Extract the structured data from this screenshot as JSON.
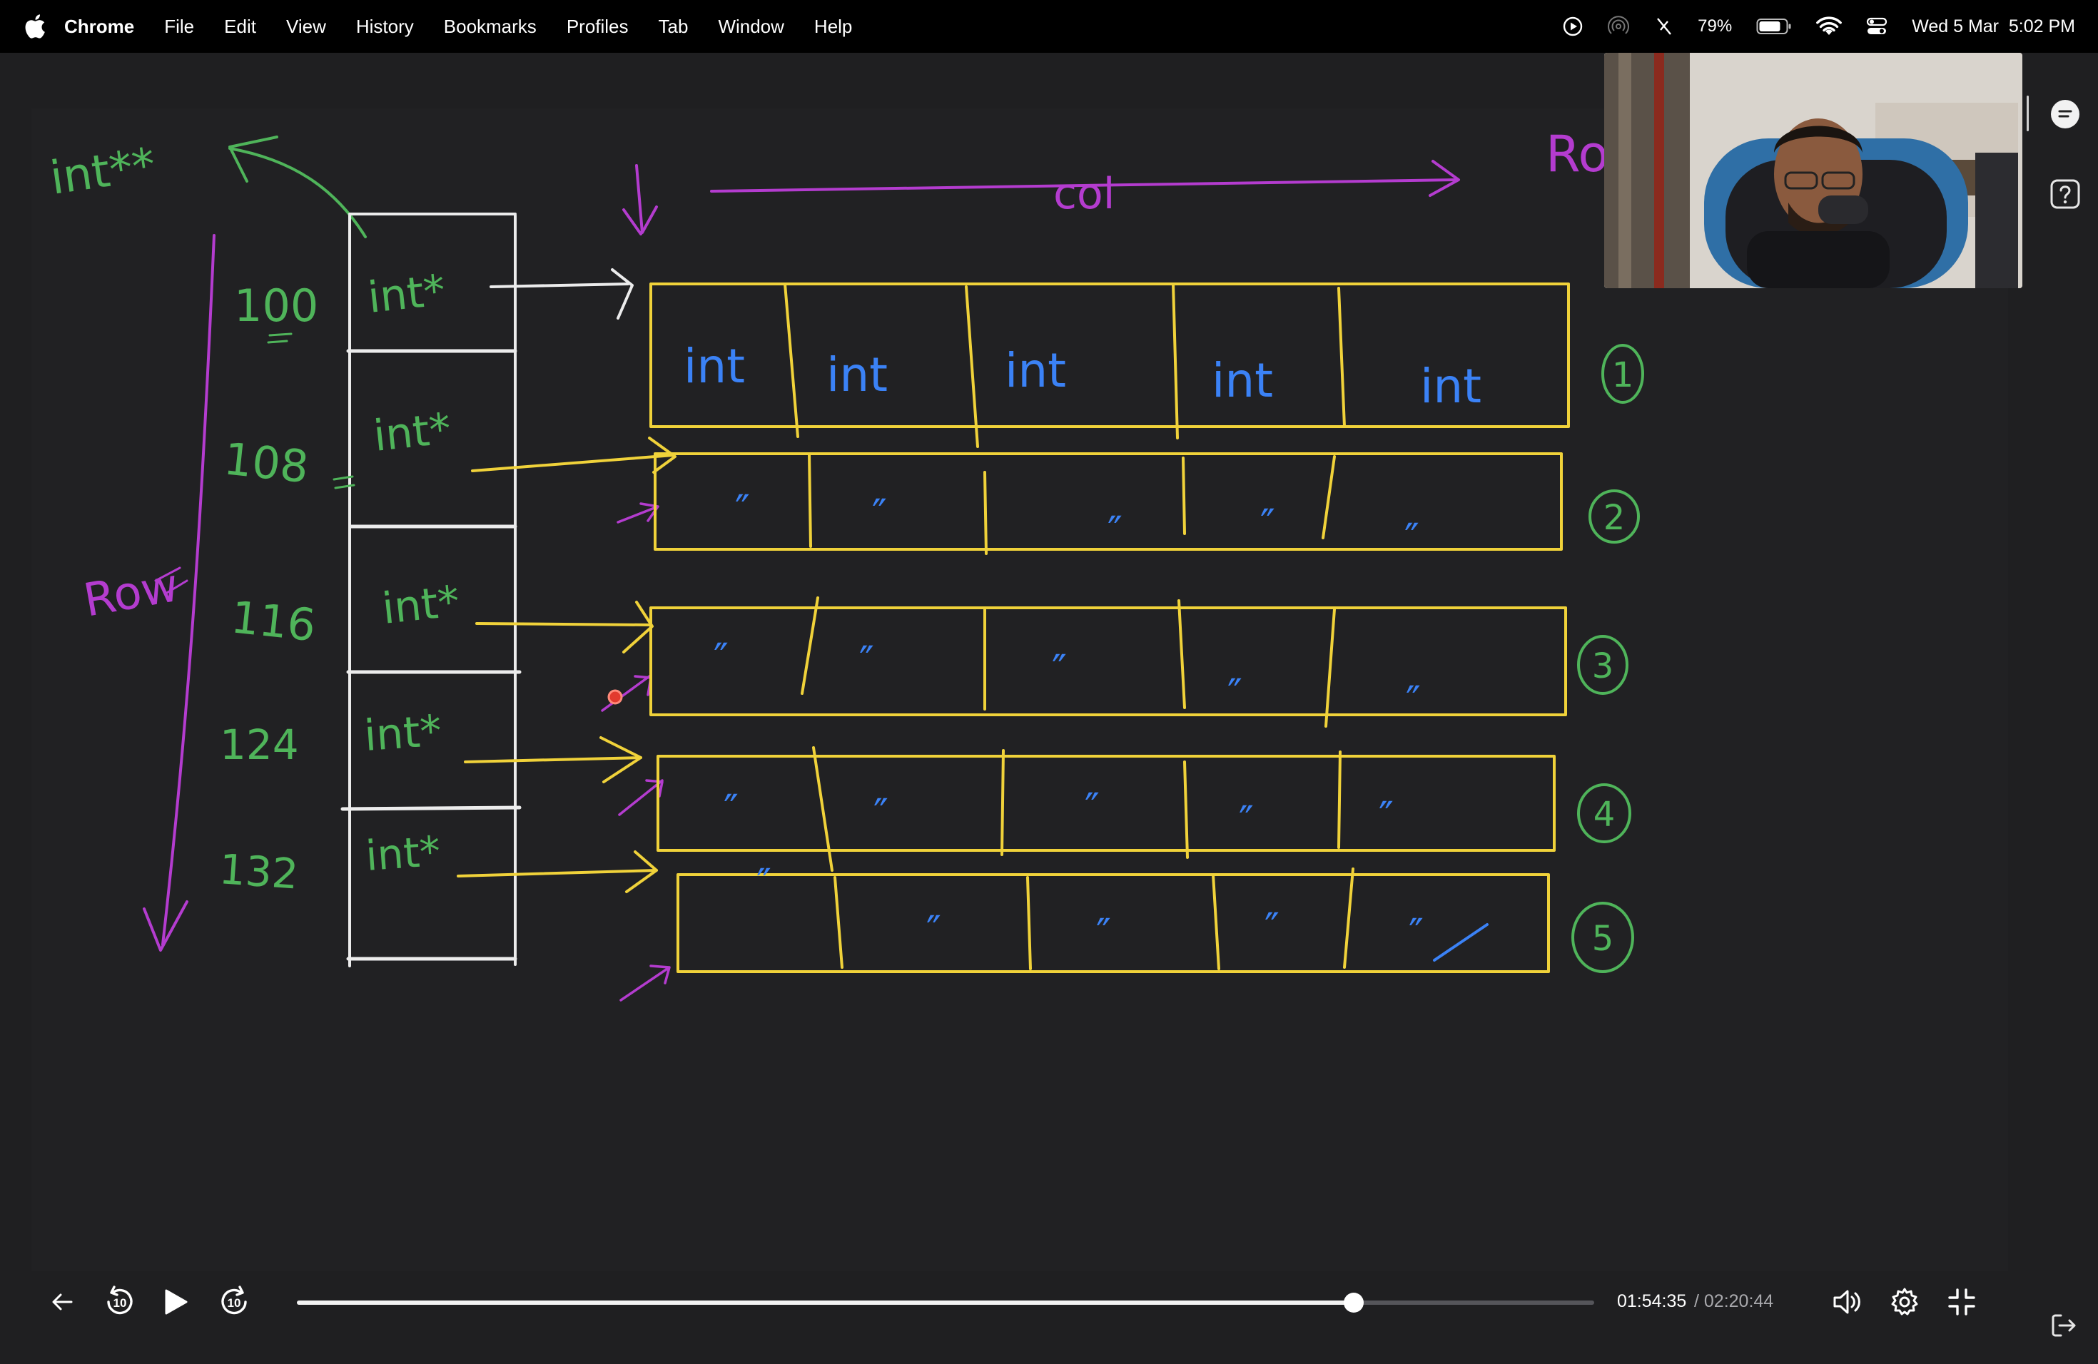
{
  "menubar": {
    "app_name": "Chrome",
    "items": [
      "File",
      "Edit",
      "View",
      "History",
      "Bookmarks",
      "Profiles",
      "Tab",
      "Window",
      "Help"
    ],
    "battery": "79%",
    "battery_level": 0.79,
    "datetime": "Wed 5 Mar  5:02 PM"
  },
  "whiteboard": {
    "pointer_label": "int**",
    "col_label": "col",
    "row_label_left": "Row",
    "row_label_right": "Ro",
    "addresses": [
      "100",
      "108",
      "116",
      "124",
      "132"
    ],
    "pointer_cells": [
      "int*",
      "int*",
      "int*",
      "int*",
      "int*"
    ],
    "row1_cells": [
      "int",
      "int",
      "int",
      "int",
      "int"
    ],
    "ditto": "″",
    "row_numbers": [
      "1",
      "2",
      "3",
      "4",
      "5"
    ],
    "colors": {
      "green": "#4fb45a",
      "purple": "#b43ccf",
      "yellow": "#f0d23a",
      "blue": "#3b82f6",
      "white": "#ececec"
    }
  },
  "player": {
    "back_icon": "arrow-left-icon",
    "rewind_label": "10",
    "forward_label": "10",
    "current_time": "01:54:35",
    "duration": "/ 02:20:44",
    "progress": 0.8146
  }
}
